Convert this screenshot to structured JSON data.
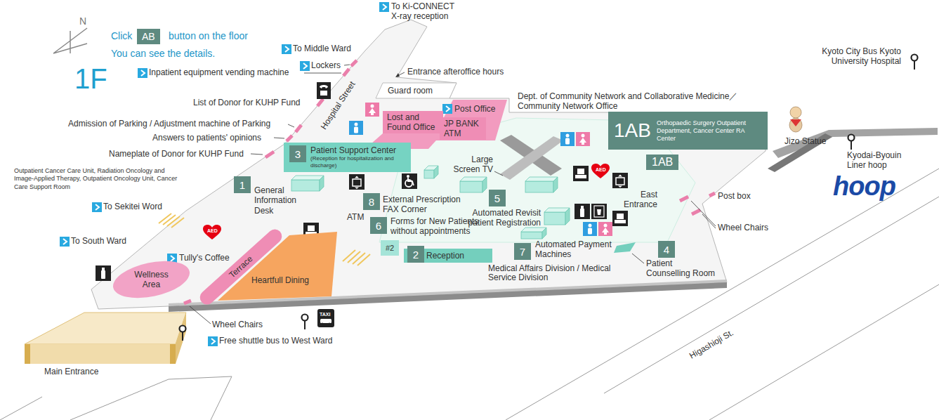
{
  "diagram": {
    "title": "1F",
    "nodes": [
      {
        "text": [
          "AB"
        ]
      },
      {
        "text": [
          "Lost and Found Office"
        ]
      },
      {
        "text": [
          "JP BANK ATM"
        ]
      },
      {
        "text": [
          "1AB",
          "Orthopaedic Surgery Outpatient Department, Cancer Center RA Center"
        ]
      },
      {
        "text": [
          "1AB"
        ]
      },
      {
        "text": [
          "Patient Support Center",
          "(Reception for hospitalization and discharge)"
        ]
      },
      {
        "text": [
          "3"
        ],
        "in": 5
      },
      {
        "text": [
          "1"
        ]
      },
      {
        "text": [
          "8"
        ]
      },
      {
        "text": [
          "5"
        ]
      },
      {
        "text": [
          "6"
        ]
      },
      {
        "text": [
          "#2"
        ]
      },
      {
        "text": [
          "Reception"
        ]
      },
      {
        "text": [
          "2"
        ],
        "in": 12
      },
      {
        "text": [
          "7"
        ]
      },
      {
        "text": [
          "4"
        ]
      },
      {
        "text": [
          "Wellness Area"
        ]
      },
      {
        "text": [
          "Terrace"
        ]
      },
      {
        "text": [
          "Heartfull Dining"
        ]
      }
    ],
    "labels": [
      "N",
      "Click",
      "button on the floor",
      "You can see the details.",
      "To Ki-CONNECT X-ray reception",
      "To Middle Ward",
      "Lockers",
      "Inpatient equipment vending machine",
      "Entrance afteroffice hours",
      "List of Donor for KUHP Fund",
      "Hospital Street",
      "Guard room",
      "Post Office",
      "Dept. of Community Network and Collaborative Medicine／ Community Network Office",
      "Kyoto City Bus Kyoto University Hospital",
      "Jizo Statue",
      "Kyodai-Byouin Liner hoop",
      "hoop",
      "Admission of Parking / Adjustment machine of Parking",
      "Answers to patients' opinions",
      "Nameplate of Donor for KUHP Fund",
      "Large Screen TV",
      "Outpatient Cancer Care Unit, Radiation Oncology and Image-Applied Therapy, Outpatient Oncology Unit, Cancer Care Support Room",
      "To Sekitei Word",
      "General Information Desk",
      "External Prescription FAX Corner",
      "Automated Revisit patient Registration",
      "East Entrance",
      "Post box",
      "Wheel Chairs",
      "ATM",
      "Forms for New Patients without appointments",
      "To South Ward",
      "Tully's Coffee",
      "Automated Payment Machines",
      "Medical Affairs Division / Medical Service Division",
      "Patient Counselling Room",
      "Wheel Chairs",
      "Free shuttle bus to West Ward",
      "Main Entrance",
      "Higashioji St.",
      "AED",
      "AED",
      "TAXI"
    ]
  }
}
